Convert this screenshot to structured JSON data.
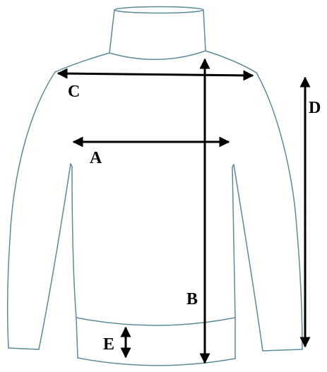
{
  "labels": {
    "a": "A",
    "b": "B",
    "c": "C",
    "d": "D",
    "e": "E"
  },
  "colors": {
    "outline": "#5b8a99",
    "arrow": "#000000",
    "background": "#ffffff"
  }
}
